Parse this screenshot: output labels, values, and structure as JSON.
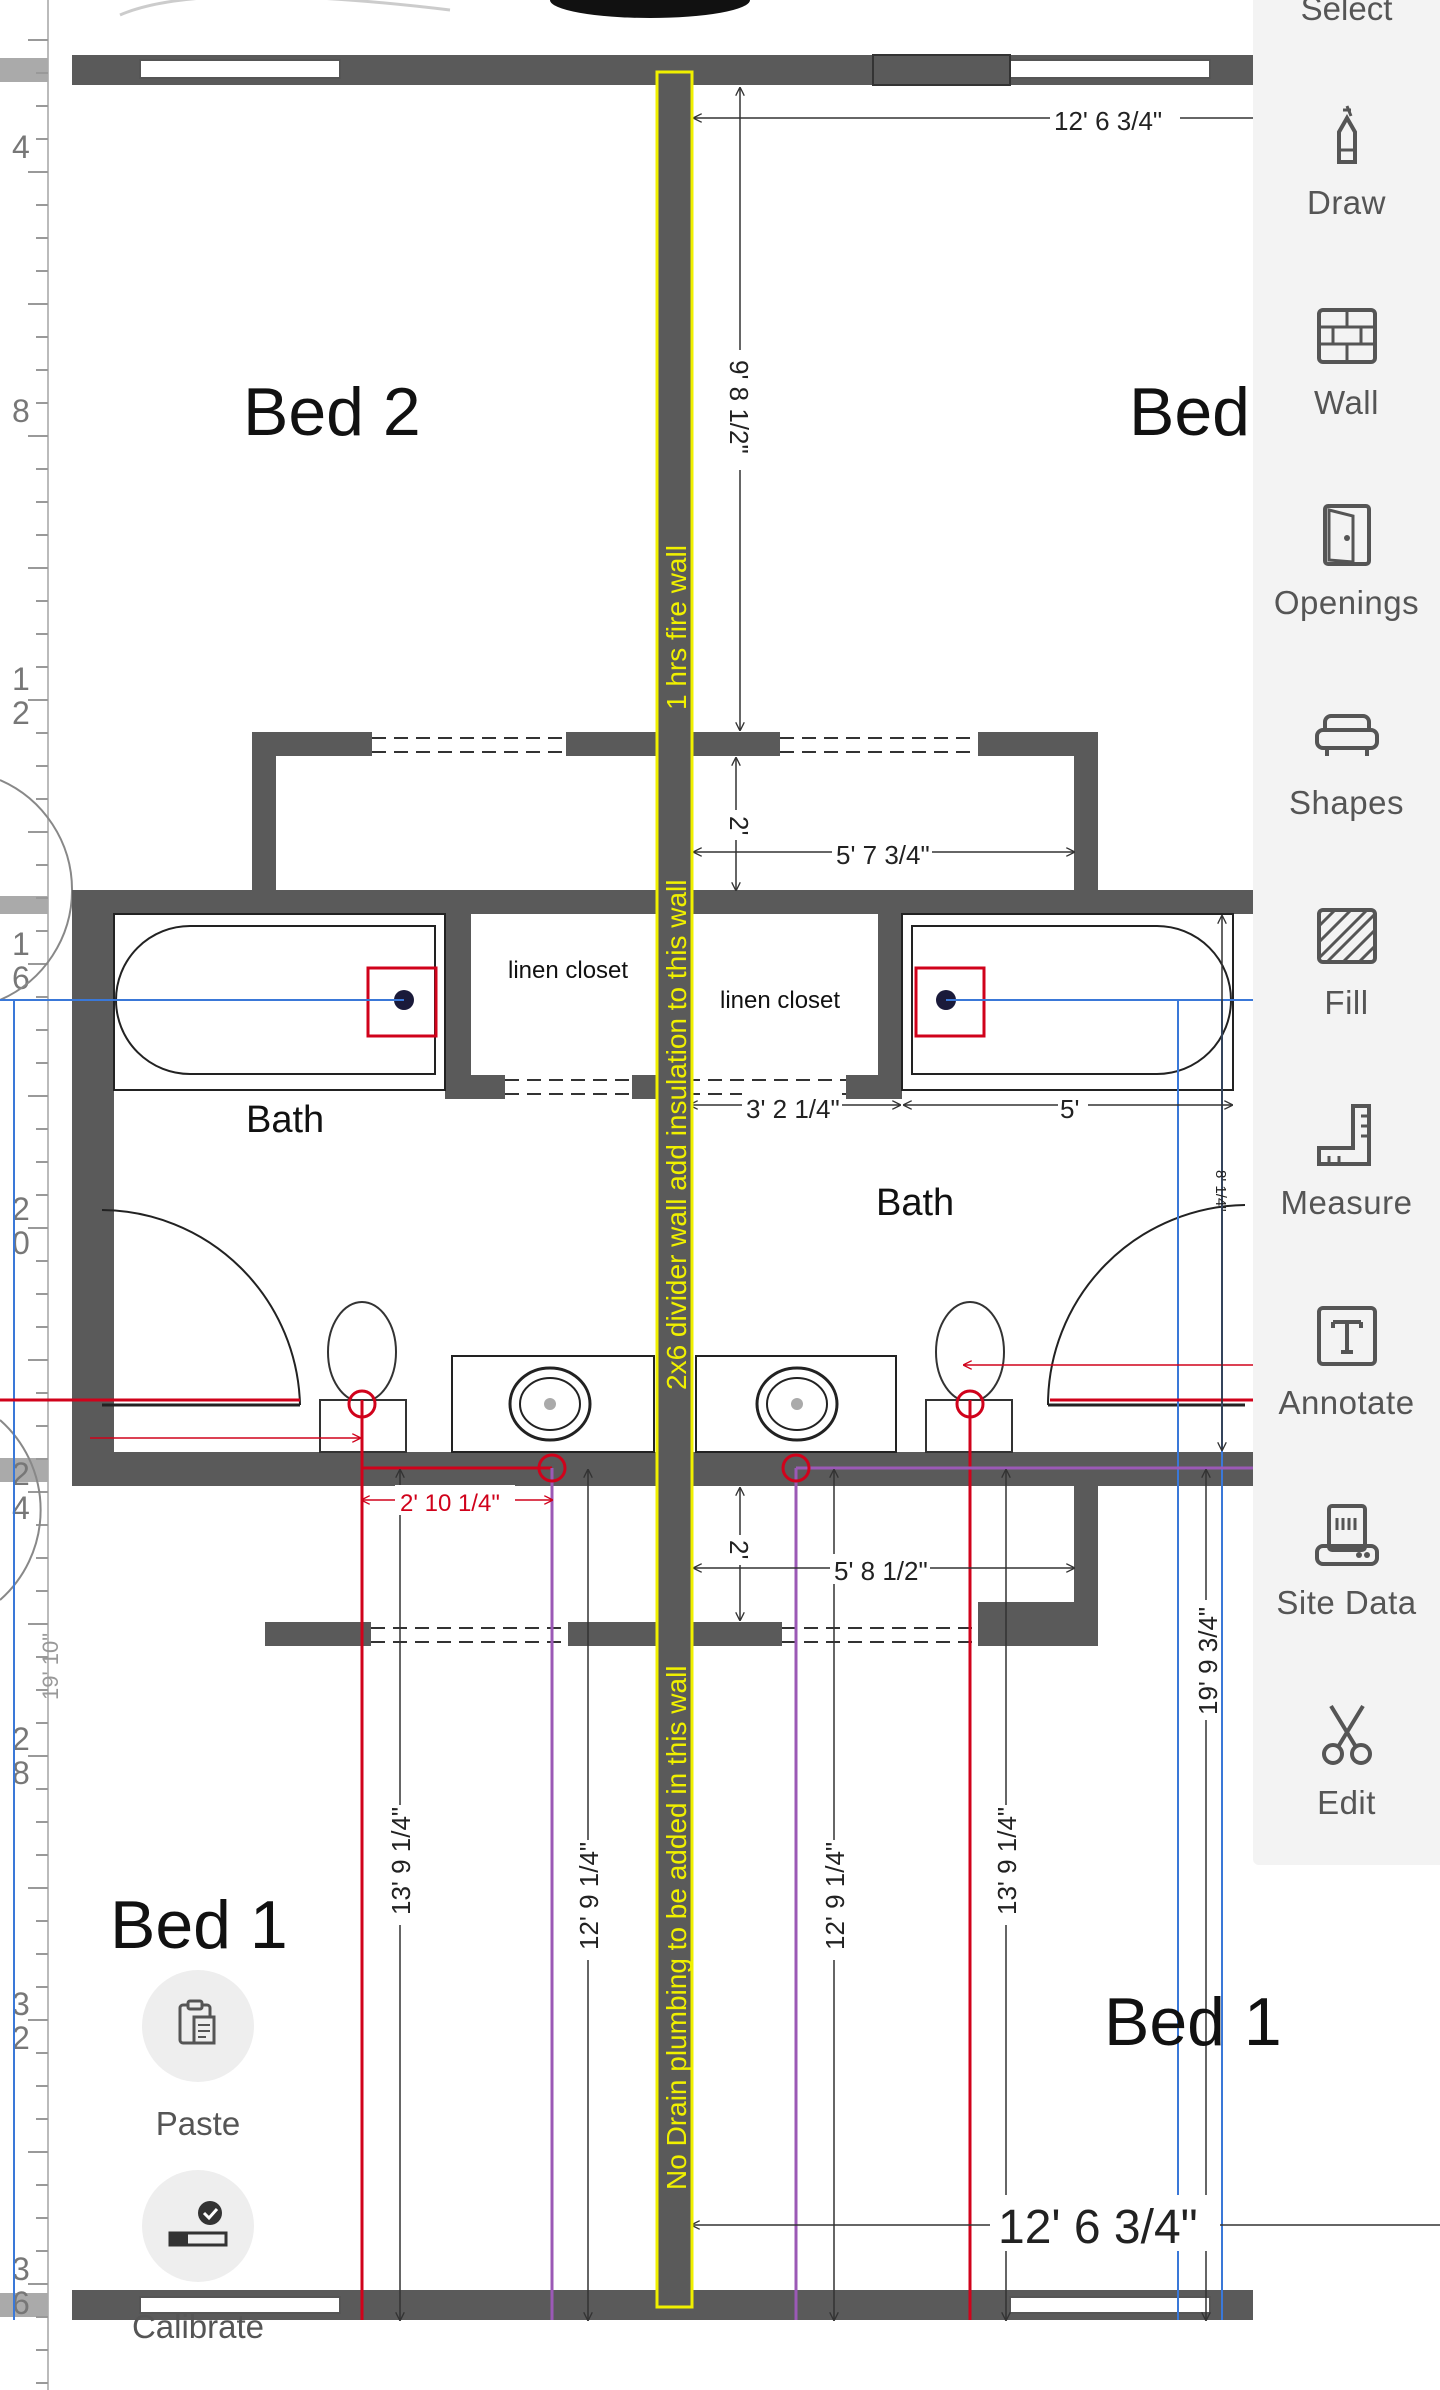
{
  "toolbar": {
    "select_label": "Select",
    "tools": [
      {
        "id": "draw",
        "label": "Draw",
        "icon": "pen-icon"
      },
      {
        "id": "wall",
        "label": "Wall",
        "icon": "brick-wall-icon"
      },
      {
        "id": "openings",
        "label": "Openings",
        "icon": "door-icon"
      },
      {
        "id": "shapes",
        "label": "Shapes",
        "icon": "sofa-icon"
      },
      {
        "id": "fill",
        "label": "Fill",
        "icon": "hatch-fill-icon"
      },
      {
        "id": "measure",
        "label": "Measure",
        "icon": "ruler-square-icon"
      },
      {
        "id": "annotate",
        "label": "Annotate",
        "icon": "text-box-icon"
      },
      {
        "id": "site_data",
        "label": "Site Data",
        "icon": "site-device-icon"
      },
      {
        "id": "edit",
        "label": "Edit",
        "icon": "scissors-icon"
      }
    ]
  },
  "actions": {
    "paste_label": "Paste",
    "calibrate_label": "Calibrate"
  },
  "ruler": {
    "labels": [
      "4",
      "8",
      "12",
      "16",
      "20",
      "24",
      "28",
      "32",
      "36"
    ],
    "marker": "19' 10\""
  },
  "rooms": {
    "bed2": "Bed 2",
    "bed_top_right": "Bed",
    "bath_left": "Bath",
    "bath_right": "Bath",
    "bed1_left": "Bed 1",
    "bed1_right": "Bed 1",
    "linen_left": "linen closet",
    "linen_right": "linen closet"
  },
  "annotations": {
    "fire_wall": "1 hrs fire wall",
    "divider": "2x6 divider wall add insulation to this wall",
    "no_drain": "No Drain plumbing to be added in this wall"
  },
  "dimensions": {
    "top_width": "12' 6 3/4\"",
    "bed2_depth": "9' 8 1/2\"",
    "closet_depth_top": "2'",
    "closet_width_top": "5' 7 3/4\"",
    "linen_width": "3' 2 1/4\"",
    "tub_width": "5'",
    "bath_depth_small": "8' 1/4\"",
    "toilet_offset": "2' 10 1/4\"",
    "closet_depth_bottom": "2'",
    "closet_width_bottom": "5' 8 1/2\"",
    "overall_depth": "19' 9 3/4\"",
    "v1": "13' 9 1/4\"",
    "v2": "12' 9 1/4\"",
    "v3": "12' 9 1/4\"",
    "v4": "13' 9 1/4\"",
    "bottom_width": "12' 6 3/4\""
  },
  "colors": {
    "wall": "#5a5a5a",
    "highlight": "#f0f000",
    "plumbing_red": "#d0021b",
    "plumbing_purple": "#9b59b6",
    "guide_blue": "#3a78d8",
    "toolbar_bg": "#f3f3f3"
  }
}
